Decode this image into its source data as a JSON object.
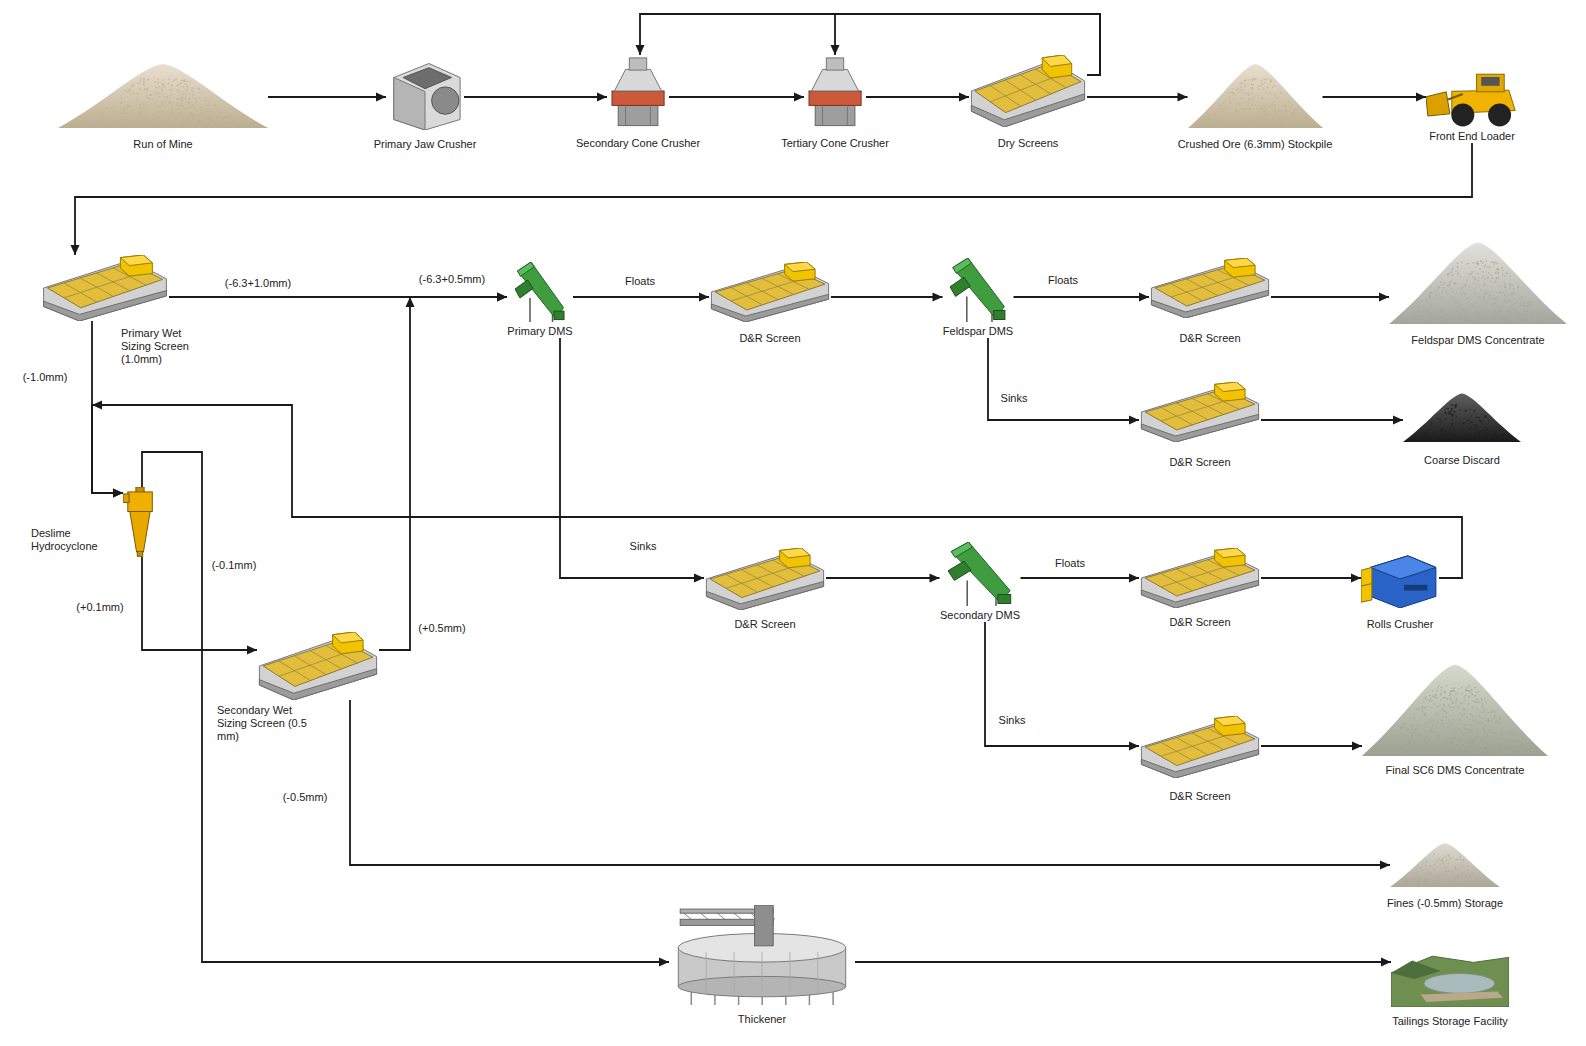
{
  "diagram": {
    "nodes": [
      {
        "text": [
          "Run of Mine"
        ]
      },
      {
        "text": [
          "Primary Jaw Crusher"
        ]
      },
      {
        "text": [
          "Secondary Cone Crusher"
        ]
      },
      {
        "text": [
          "Tertiary Cone Crusher"
        ]
      },
      {
        "text": [
          "Dry Screens"
        ]
      },
      {
        "text": [
          "Crushed Ore (6.3mm) Stockpile"
        ]
      },
      {
        "text": [
          "Front End Loader"
        ]
      },
      {
        "text": [
          "Primary Wet Sizing Screen (1.0mm)"
        ]
      },
      {
        "text": [
          "Primary DMS"
        ]
      },
      {
        "text": [
          "D&R Screen"
        ]
      },
      {
        "text": [
          "Feldspar DMS"
        ]
      },
      {
        "text": [
          "D&R Screen"
        ]
      },
      {
        "text": [
          "Feldspar DMS Concentrate"
        ]
      },
      {
        "text": [
          "D&R Screen"
        ]
      },
      {
        "text": [
          "Coarse Discard"
        ]
      },
      {
        "text": [
          "Deslime Hydrocyclone"
        ]
      },
      {
        "text": [
          "D&R Screen"
        ]
      },
      {
        "text": [
          "Secondary DMS"
        ]
      },
      {
        "text": [
          "D&R Screen"
        ]
      },
      {
        "text": [
          "Rolls Crusher"
        ]
      },
      {
        "text": [
          "Secondary Wet Sizing Screen (0.5 mm)"
        ]
      },
      {
        "text": [
          "D&R Screen"
        ]
      },
      {
        "text": [
          "Final SC6 DMS Concentrate"
        ]
      },
      {
        "text": [
          "Fines (-0.5mm) Storage"
        ]
      },
      {
        "text": [
          "Thickener"
        ]
      },
      {
        "text": [
          "Tailings Storage Facility"
        ]
      }
    ],
    "edges": [
      {
        "from": 0,
        "to": 1,
        "arrow": "to"
      },
      {
        "from": 1,
        "to": 2,
        "arrow": "to"
      },
      {
        "from": 2,
        "to": 3,
        "arrow": "to"
      },
      {
        "from": 3,
        "to": 4,
        "arrow": "to"
      },
      {
        "from": 4,
        "to": 2,
        "arrow": "to"
      },
      {
        "from": 4,
        "to": 3,
        "arrow": "to"
      },
      {
        "from": 4,
        "to": 5,
        "arrow": "to"
      },
      {
        "from": 5,
        "to": 6,
        "arrow": "to"
      },
      {
        "from": 6,
        "to": 7,
        "arrow": "to"
      },
      {
        "from": 7,
        "to": 8,
        "label": "(-6.3+1.0mm)",
        "arrow": "to"
      },
      {
        "from": 7,
        "to": 15,
        "label": "(-1.0mm)",
        "arrow": "to"
      },
      {
        "from": 8,
        "to": 9,
        "label": "Floats",
        "arrow": "to"
      },
      {
        "from": 9,
        "to": 10,
        "arrow": "to"
      },
      {
        "from": 10,
        "to": 11,
        "label": "Floats",
        "arrow": "to"
      },
      {
        "from": 11,
        "to": 12,
        "arrow": "to"
      },
      {
        "from": 10,
        "to": 13,
        "label": "Sinks",
        "arrow": "to"
      },
      {
        "from": 13,
        "to": 14,
        "arrow": "to"
      },
      {
        "from": 8,
        "to": 16,
        "label": "Sinks",
        "arrow": "to"
      },
      {
        "from": 16,
        "to": 17,
        "arrow": "to"
      },
      {
        "from": 17,
        "to": 18,
        "label": "Floats",
        "arrow": "to"
      },
      {
        "from": 18,
        "to": 19,
        "arrow": "to"
      },
      {
        "from": 19,
        "to": 15,
        "arrow": "to"
      },
      {
        "from": 17,
        "to": 21,
        "label": "Sinks",
        "arrow": "to"
      },
      {
        "from": 21,
        "to": 22,
        "arrow": "to"
      },
      {
        "from": 15,
        "to": 20,
        "label": "(+0.1mm)",
        "arrow": "to"
      },
      {
        "from": 15,
        "to": 24,
        "label": "(-0.1mm)",
        "arrow": "to"
      },
      {
        "from": 20,
        "to": 8,
        "label": "(+0.5mm)",
        "arrow": "to"
      },
      {
        "from": 20,
        "to": 23,
        "label": "(-0.5mm)",
        "arrow": "to"
      },
      {
        "from": 24,
        "to": 25,
        "arrow": "to"
      }
    ],
    "labels": [
      "(-6.3+0.5mm)"
    ]
  }
}
